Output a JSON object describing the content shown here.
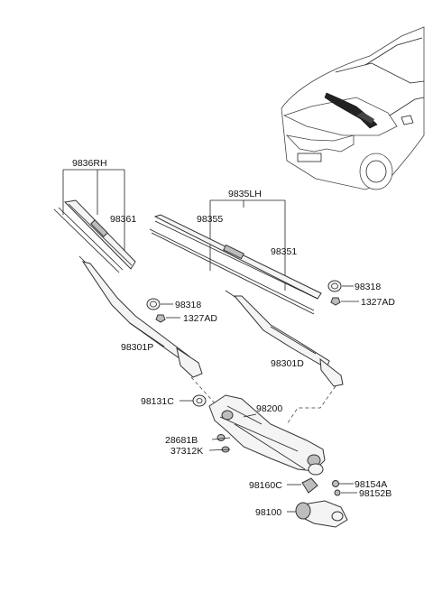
{
  "labels": {
    "p9836RH": "9836RH",
    "p98361": "98361",
    "p9835LH": "9835LH",
    "p98355": "98355",
    "p98351": "98351",
    "p98318a": "98318",
    "p1327ADa": "1327AD",
    "p98318b": "98318",
    "p1327ADb": "1327AD",
    "p98301P": "98301P",
    "p98301D": "98301D",
    "p98131C": "98131C",
    "p98200": "98200",
    "p28681B": "28681B",
    "p37312K": "37312K",
    "p98160C": "98160C",
    "p98154A": "98154A",
    "p98152B": "98152B",
    "p98100": "98100"
  }
}
